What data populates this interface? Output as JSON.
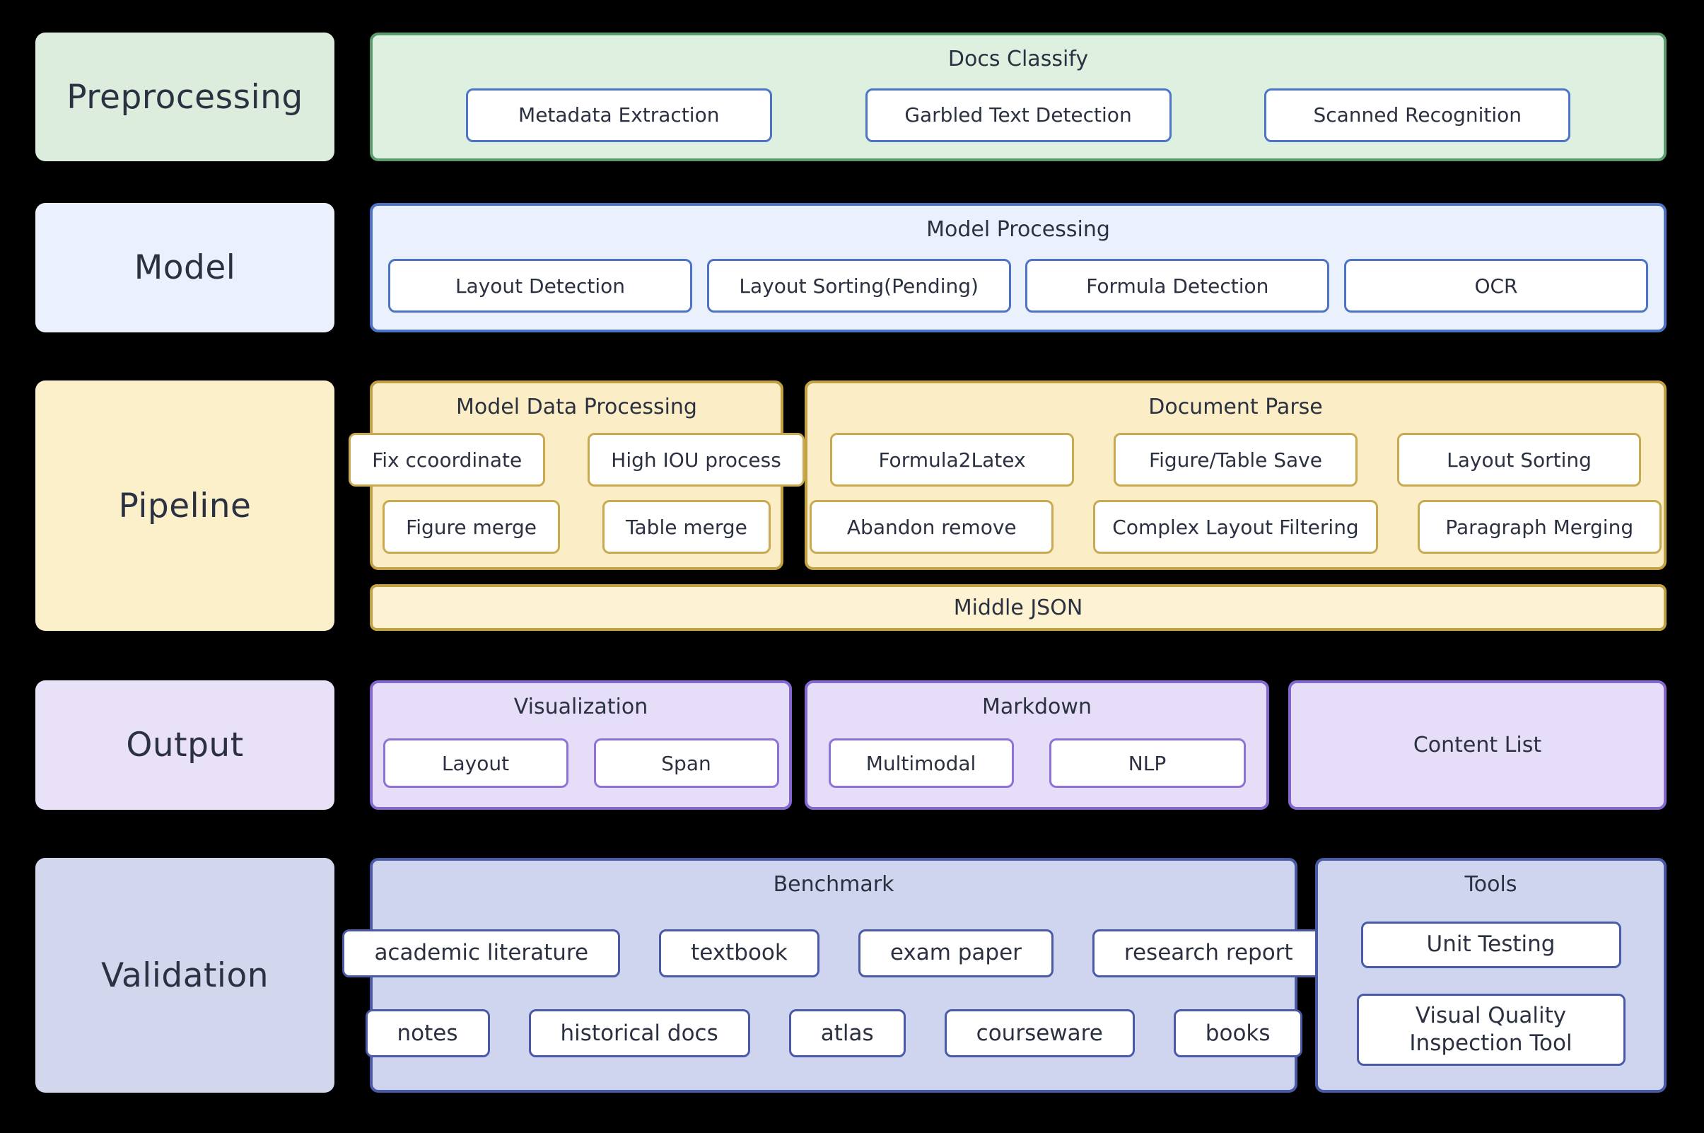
{
  "palette": {
    "background": "#000000",
    "text": "#2b3140",
    "node_fill": "#ffffff",
    "green_fill": "#def0e0",
    "green_border": "#5b9c6c",
    "blue_fill": "#eaf0fc",
    "blue_border": "#4d73c6",
    "yellow_fill": "#fbeec6",
    "yellow_border": "#c2a145",
    "purple_fill": "#e6def8",
    "purple_border": "#8468cf",
    "indigo_fill": "#cfd4ef",
    "indigo_border": "#4a5aa6"
  },
  "rows": {
    "preprocessing": {
      "label": "Preprocessing",
      "docs_classify": {
        "title": "Docs Classify",
        "items": [
          "Metadata Extraction",
          "Garbled Text Detection",
          "Scanned Recognition"
        ]
      }
    },
    "model": {
      "label": "Model",
      "model_processing": {
        "title": "Model Processing",
        "items": [
          "Layout Detection",
          "Layout Sorting(Pending)",
          "Formula Detection",
          "OCR"
        ]
      }
    },
    "pipeline": {
      "label": "Pipeline",
      "model_data_processing": {
        "title": "Model Data Processing",
        "row1": [
          "Fix ccoordinate",
          "High IOU process"
        ],
        "row2": [
          "Figure merge",
          "Table merge"
        ]
      },
      "document_parse": {
        "title": "Document Parse",
        "row1": [
          "Formula2Latex",
          "Figure/Table Save",
          "Layout Sorting"
        ],
        "row2": [
          "Abandon remove",
          "Complex Layout Filtering",
          "Paragraph Merging"
        ]
      },
      "middle_json": {
        "title": "Middle JSON"
      }
    },
    "output": {
      "label": "Output",
      "visualization": {
        "title": "Visualization",
        "items": [
          "Layout",
          "Span"
        ]
      },
      "markdown": {
        "title": "Markdown",
        "items": [
          "Multimodal",
          "NLP"
        ]
      },
      "content_list": {
        "title": "Content List"
      }
    },
    "validation": {
      "label": "Validation",
      "benchmark": {
        "title": "Benchmark",
        "row1": [
          "academic literature",
          "textbook",
          "exam paper",
          "research report"
        ],
        "row2": [
          "notes",
          "historical docs",
          "atlas",
          "courseware",
          "books"
        ]
      },
      "tools": {
        "title": "Tools",
        "items": [
          "Unit Testing",
          "Visual Quality Inspection Tool"
        ]
      }
    }
  }
}
